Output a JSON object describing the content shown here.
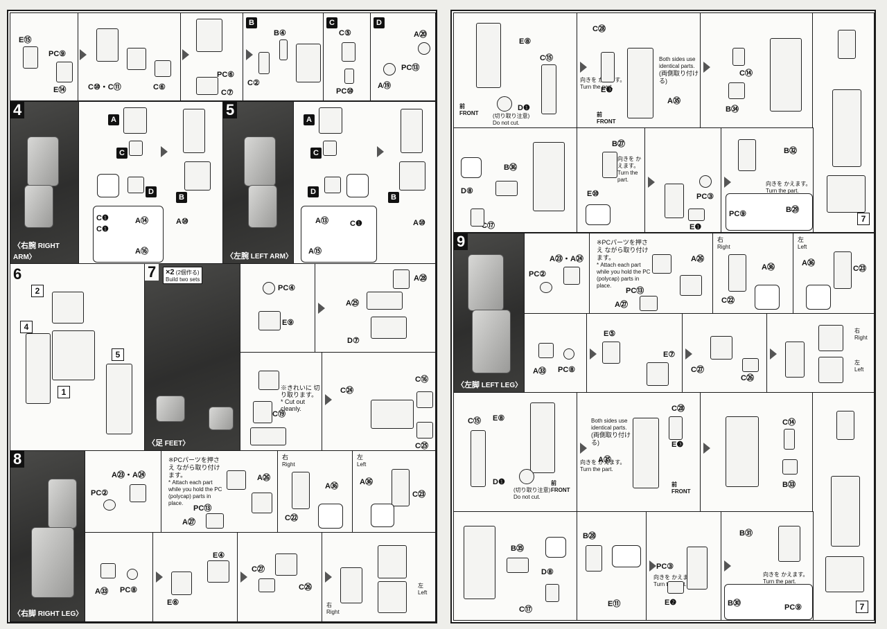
{
  "steps": {
    "s4": {
      "num": "4",
      "caption_jp": "〈右腕",
      "caption_en": "RIGHT ARM〉"
    },
    "s5": {
      "num": "5",
      "caption_jp": "〈左腕",
      "caption_en": "LEFT ARM〉"
    },
    "s6": {
      "num": "6"
    },
    "s7": {
      "num": "7",
      "caption_jp": "〈足",
      "caption_en": "FEET〉",
      "x2": "×2",
      "x2_jp": "(2個作る)",
      "x2_en": "Build two sets"
    },
    "s8": {
      "num": "8",
      "caption_jp": "〈右脚",
      "caption_en": "RIGHT LEG〉"
    },
    "s9": {
      "num": "9",
      "caption_jp": "〈左脚",
      "caption_en": "LEFT LEG〉"
    }
  },
  "letters": {
    "A": "A",
    "B": "B",
    "C": "C",
    "D": "D"
  },
  "parts": {
    "e15": "E⑮",
    "pc9": "PC⑨",
    "e14": "E⑭",
    "c10c11": "C⑩・C⑪",
    "c6": "C⑥",
    "pc6": "PC⑥",
    "c7": "C⑦",
    "b4": "B④",
    "c2": "C②",
    "c5": "C⑤",
    "pc10": "PC⑩",
    "a20": "A⑳",
    "pc13": "PC⑬",
    "a19": "A⑲",
    "a14": "A⑭",
    "c1": "C❶",
    "a16": "A⑯",
    "a10": "A⑩",
    "a13": "A⑬",
    "a15": "A⑮",
    "pc4": "PC④",
    "e9": "E⑨",
    "a28": "A㉘",
    "a25": "A㉕",
    "d7": "D⑦",
    "c19": "C⑲",
    "c24": "C㉔",
    "c16": "C⑯",
    "c25": "C㉕",
    "a23a24": "A㉓・A㉔",
    "pc2": "PC②",
    "a26": "A㉖",
    "a27": "A㉗",
    "a36": "A㊱",
    "c22": "C㉒",
    "c23": "C㉓",
    "a33": "A㉝",
    "pc8": "PC⑧",
    "e4": "E④",
    "e6": "E⑥",
    "c27": "C㉗",
    "c26": "C㉖",
    "e8": "E⑧",
    "c15": "C⑮",
    "d1": "D❶",
    "c28": "C㉘",
    "e3": "E❸",
    "a35": "A㉟",
    "c14": "C⑭",
    "b34": "B㉞",
    "b36": "B㊱",
    "d8": "D⑧",
    "c17": "C⑰",
    "b27": "B㉗",
    "e10": "E⑩",
    "pc3": "PC③",
    "e1": "E❶",
    "b32": "B㉜",
    "b29": "B㉙",
    "e5": "E⑤",
    "e7": "E⑦",
    "b33": "B㉝",
    "b35": "B㉟",
    "b28": "B㉘",
    "e11": "E⑪",
    "e2": "E❷",
    "b31": "B㉛",
    "b30": "B㉚"
  },
  "notes": {
    "do_not_cut_jp": "(切り取り注意)",
    "do_not_cut_en": "Do not cut.",
    "front_jp": "前",
    "front_en": "FRONT",
    "turn_jp": "向きを かえます。",
    "turn_en": "Turn the part.",
    "both_sides_en": "Both sides use identical parts.",
    "both_sides_jp": "(両側取り付ける)",
    "cut_clean_jp": "※きれいに 切り取ります。",
    "cut_clean_en": "* Cut out cleanly.",
    "pc_hold_jp": "※PCパーツを押さえ ながら取り付けます。",
    "pc_hold_en": "* Attach each part while you hold the PC (polycap) parts in place.",
    "right_jp": "右",
    "right_en": "Right",
    "left_jp": "左",
    "left_en": "Left",
    "ref1": "1",
    "ref2": "2",
    "ref4": "4",
    "ref5": "5",
    "ref7": "7"
  }
}
